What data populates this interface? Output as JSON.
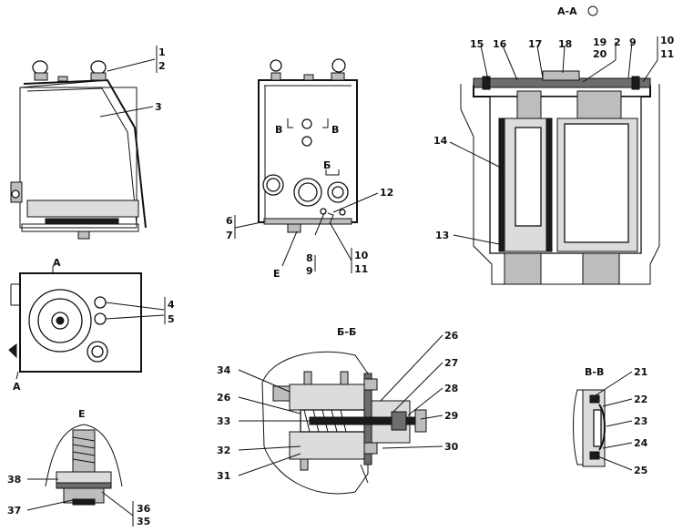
{
  "views": {
    "section_aa": "А-А",
    "section_bb": "Б-Б",
    "section_vv": "В-В",
    "view_e": "Е"
  },
  "markers": {
    "a_top": "А",
    "a_bottom": "А",
    "b_right": "Б",
    "v_left": "В",
    "v_right": "В",
    "e_label": "Е"
  },
  "callouts": {
    "c1": "1",
    "c2": "2",
    "c3": "3",
    "c4": "4",
    "c5": "5",
    "c6": "6",
    "c7": "7",
    "c8": "8",
    "c9": "9",
    "c10": "10",
    "c11": "11",
    "c12": "12",
    "c13": "13",
    "c14": "14",
    "c15": "15",
    "c16": "16",
    "c17": "17",
    "c18": "18",
    "c19": "19",
    "c20": "20",
    "c2b": "2",
    "c9b": "9",
    "c10b": "10",
    "c11b": "11",
    "c21": "21",
    "c22": "22",
    "c23": "23",
    "c24": "24",
    "c25": "25",
    "c26a": "26",
    "c26b": "26",
    "c27": "27",
    "c28": "28",
    "c29": "29",
    "c30": "30",
    "c31": "31",
    "c32": "32",
    "c33": "33",
    "c34": "34",
    "c35": "35",
    "c36": "36",
    "c37": "37",
    "c38": "38"
  }
}
